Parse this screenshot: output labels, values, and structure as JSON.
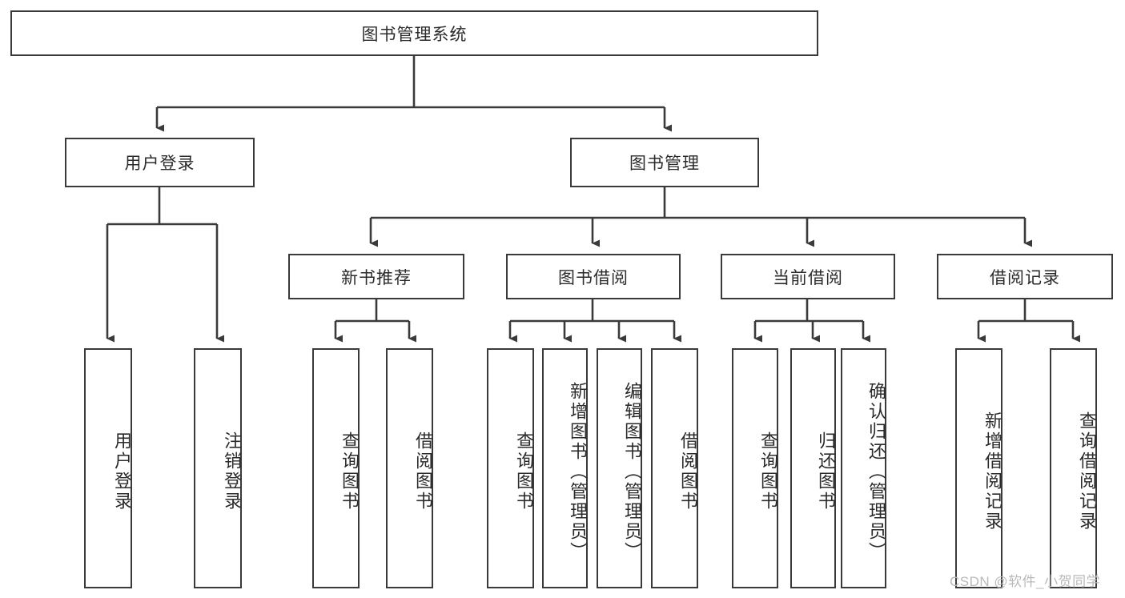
{
  "diagram": {
    "title": "图书管理系统",
    "watermark": "CSDN @软件_小贺同学",
    "colors": {
      "stroke": "#3a3a3a",
      "fill": "#ffffff",
      "text": "#2b2b2b",
      "watermark": "#b9b9b9"
    },
    "root": {
      "label": "图书管理系统"
    },
    "level2": [
      {
        "label": "用户登录"
      },
      {
        "label": "图书管理"
      }
    ],
    "level3": [
      {
        "label": "新书推荐"
      },
      {
        "label": "图书借阅"
      },
      {
        "label": "当前借阅"
      },
      {
        "label": "借阅记录"
      }
    ],
    "leaves": {
      "user_login": [
        {
          "label": "用户登录"
        },
        {
          "label": "注销登录"
        }
      ],
      "new_book_recommend": [
        {
          "label": "查询图书"
        },
        {
          "label": "借阅图书"
        }
      ],
      "book_borrow": [
        {
          "label": "查询图书"
        },
        {
          "label": "新增图书（管理员）"
        },
        {
          "label": "编辑图书（管理员）"
        },
        {
          "label": "借阅图书"
        }
      ],
      "current_borrow": [
        {
          "label": "查询图书"
        },
        {
          "label": "归还图书"
        },
        {
          "label": "确认归还（管理员）"
        }
      ],
      "borrow_records": [
        {
          "label": "新增借阅记录"
        },
        {
          "label": "查询借阅记录"
        }
      ]
    }
  }
}
